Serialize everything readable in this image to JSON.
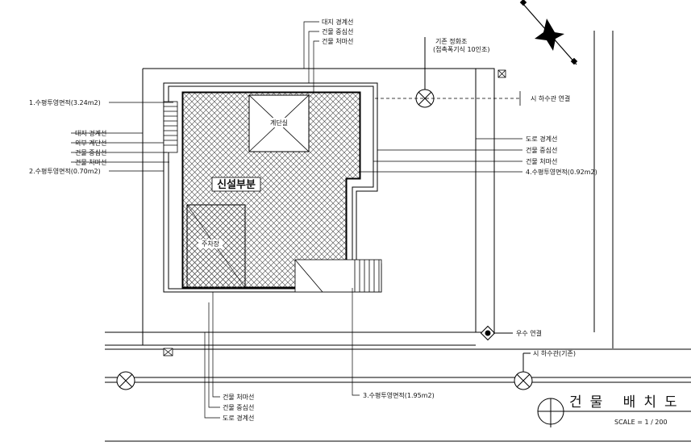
{
  "labels_left": [
    "1.수평투영면적(3.24m2)",
    "대지 경계선",
    "외부 계단선",
    "건물 중심선",
    "건물 처마선",
    "2.수평투영면적(0.70m2)"
  ],
  "labels_top": [
    "대지 경계선",
    "건물 중심선",
    "건물 처마선"
  ],
  "existing_septic": [
    "기존 정화조",
    "(접촉폭기식 10인조)"
  ],
  "sewer_connection": "시 하수관 연결",
  "labels_right": [
    "도로 경계선",
    "건물 중심선",
    "건물 처마선",
    "4.수평투영면적(0.92m2)"
  ],
  "rain_connection": "우수 연결",
  "city_sewer_existing": "시 하수관(기존)",
  "labels_bottom": [
    "건물 처마선",
    "건물 중심선",
    "도로 경계선"
  ],
  "area3": "3.수평투영면적(1.95m2)",
  "rooms": {
    "top": "계단실",
    "main": "신설부분",
    "lower": "주차장"
  },
  "drawing_title": "건물 배치도",
  "scale": "SCALE = 1 / 200"
}
